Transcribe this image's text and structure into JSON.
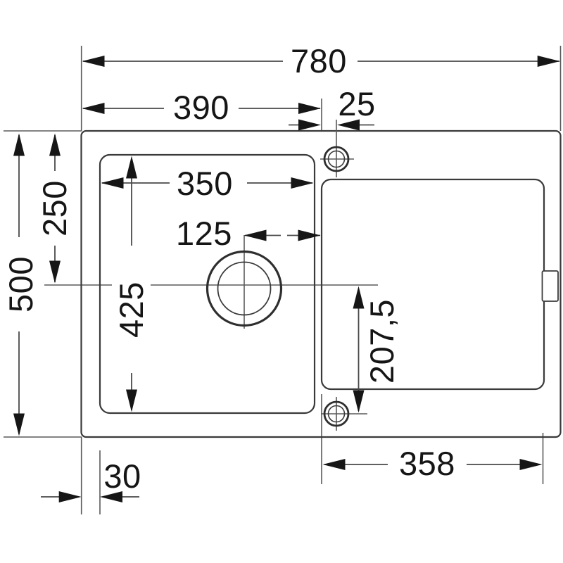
{
  "drawing": {
    "description": "Technical top-view dimension drawing of an inset kitchen sink with one square bowl (left), a drainer board (right), a round drain outlet in the bowl and two tap holes on the rim",
    "units": "mm",
    "background_color": "#ffffff",
    "line_color": "#3a3a3a",
    "dim_line_color": "#4a4a4a",
    "text_color": "#151515",
    "dims": {
      "overall_width": "780",
      "center_from_left": "390",
      "tap_offset_from_center": "25",
      "bowl_width": "350",
      "drain_to_divider": "125",
      "overall_depth": "500",
      "center_from_top": "250",
      "bowl_depth": "425",
      "tap_hole_from_center": "207,5",
      "drainer_length": "358",
      "rim_to_bowl": "30"
    }
  }
}
